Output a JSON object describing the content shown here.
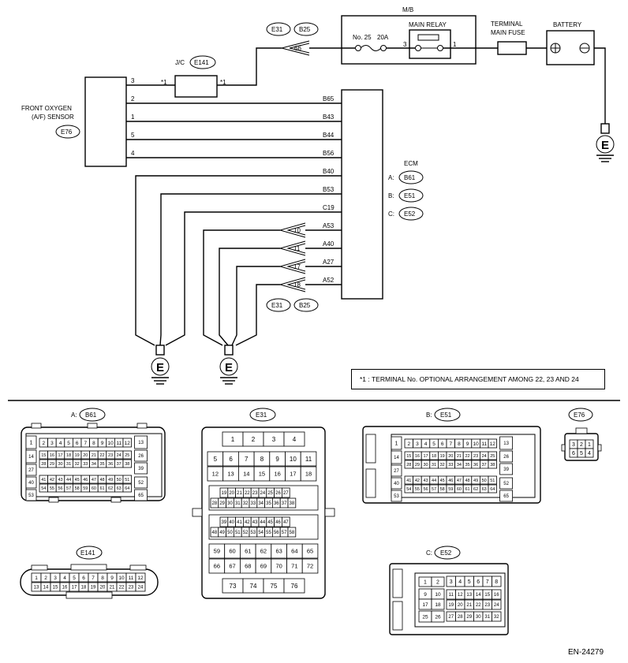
{
  "labels": {
    "mb": "M/B",
    "main_relay": "MAIN RELAY",
    "fuse": "No. 25",
    "fuse_rating": "20A",
    "relay_pin3": "3",
    "relay_pin1": "1",
    "terminal_fuse_1": "TERMINAL",
    "terminal_fuse_2": "MAIN FUSE",
    "battery": "BATTERY",
    "jc": "J/C",
    "jc_conn": "E141",
    "star1a": "*1",
    "star1b": "*1",
    "sensor_1": "FRONT OXYGEN",
    "sensor_2": "(A/F) SENSOR",
    "sensor_conn": "E76",
    "ecm": "ECM",
    "ecm_a": "A:",
    "ecm_b": "B:",
    "ecm_c": "C:",
    "ecm_a_conn": "B61",
    "ecm_b_conn": "E51",
    "ecm_c_conn": "E52",
    "top_conn1": "E31",
    "top_conn2": "B25",
    "top_pin": "66",
    "bot_conn1": "E31",
    "bot_conn2": "B25",
    "ground": "E"
  },
  "sensor_pins": [
    "3",
    "2",
    "1",
    "5",
    "4"
  ],
  "ecm_pins": [
    "B65",
    "B43",
    "B44",
    "B56",
    "B40",
    "B53",
    "C19",
    "A53",
    "A40",
    "A27",
    "A52"
  ],
  "ground_joints": [
    "10",
    "11",
    "17",
    "18"
  ],
  "note": "*1 : TERMINAL No. OPTIONAL ARRANGEMENT AMONG 22, 23 AND 24",
  "doc_id": "EN-24279",
  "connectors": {
    "a_label": "A:",
    "a_name": "B61",
    "e31_name": "E31",
    "b_label": "B:",
    "b_name": "E51",
    "e76_name": "E76",
    "e141_name": "E141",
    "c_label": "C:",
    "c_name": "E52"
  }
}
